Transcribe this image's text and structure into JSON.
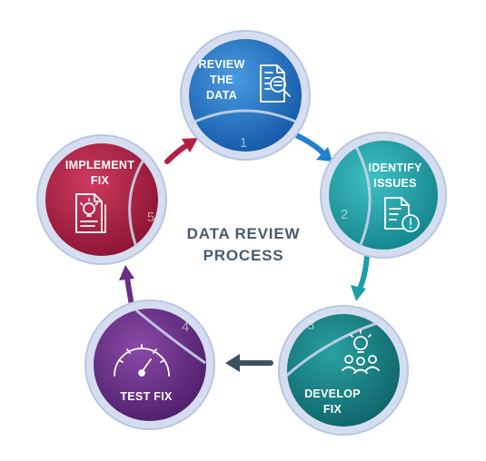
{
  "title": {
    "line1": "DATA REVIEW",
    "line2": "PROCESS"
  },
  "steps": [
    {
      "number": "1",
      "lines": [
        "REVIEW",
        "THE",
        "DATA"
      ],
      "icon": "document-magnifier-icon",
      "color": "#1f6fc0"
    },
    {
      "number": "2",
      "lines": [
        "IDENTIFY",
        "ISSUES"
      ],
      "icon": "document-alert-icon",
      "color": "#1e9ea6"
    },
    {
      "number": "3",
      "lines": [
        "DEVELOP",
        "FIX"
      ],
      "icon": "team-lightbulb-icon",
      "color": "#167d82"
    },
    {
      "number": "4",
      "lines": [
        "TEST FIX"
      ],
      "icon": "gauge-icon",
      "color": "#6a2e86"
    },
    {
      "number": "5",
      "lines": [
        "IMPLEMENT",
        "FIX"
      ],
      "icon": "document-lightbulb-icon",
      "color": "#b11f45"
    }
  ],
  "colors": {
    "title": "#4a5a6a",
    "ring": "#c8d4ea"
  }
}
